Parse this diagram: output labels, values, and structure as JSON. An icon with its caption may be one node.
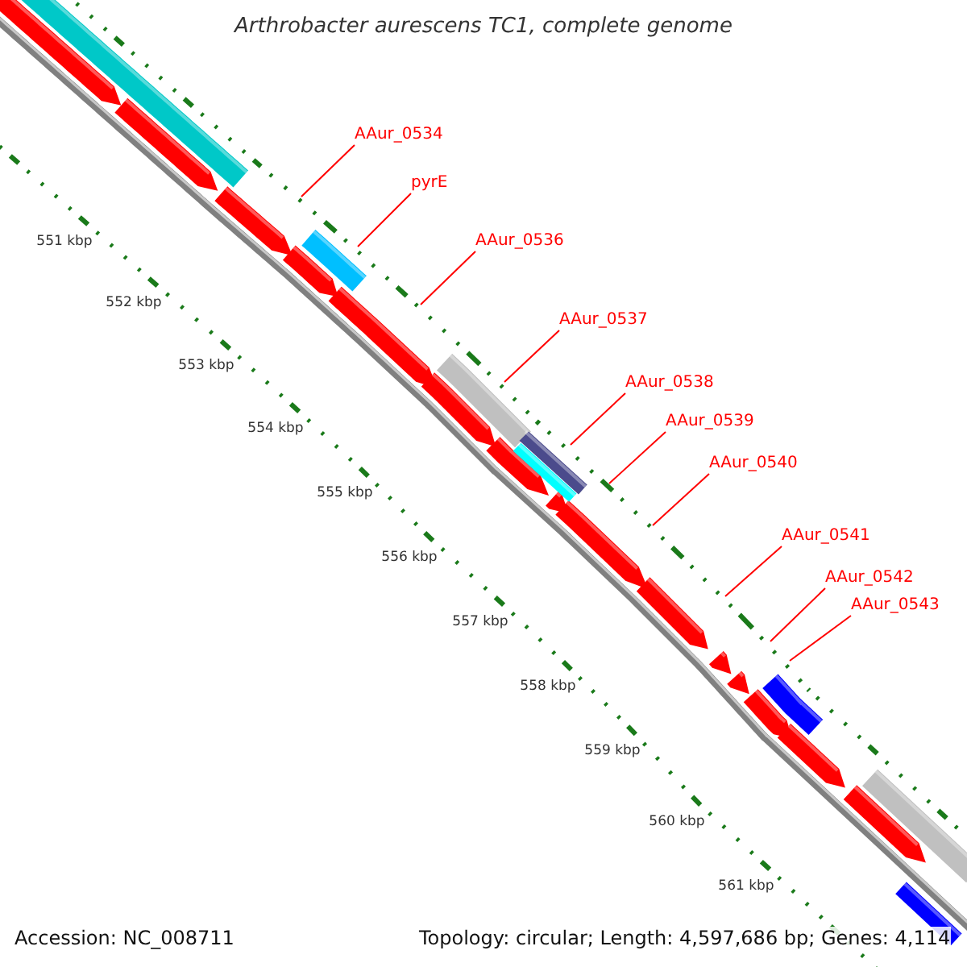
{
  "diagram": {
    "title": "Arthrobacter aurescens TC1, complete genome",
    "nodes": [
      {
        "text": [
          "AAur_0534"
        ]
      },
      {
        "text": [
          "pyrE"
        ]
      },
      {
        "text": [
          "AAur_0536"
        ]
      },
      {
        "text": [
          "AAur_0537"
        ]
      },
      {
        "text": [
          "AAur_0538"
        ]
      },
      {
        "text": [
          "AAur_0539"
        ]
      },
      {
        "text": [
          "AAur_0540"
        ]
      },
      {
        "text": [
          "AAur_0541"
        ]
      },
      {
        "text": [
          "AAur_0542"
        ]
      },
      {
        "text": [
          "AAur_0543"
        ]
      }
    ],
    "edges": [
      {
        "from": 0,
        "to": null,
        "arrow": "none"
      },
      {
        "from": 1,
        "to": null,
        "arrow": "none"
      },
      {
        "from": 2,
        "to": null,
        "arrow": "none"
      },
      {
        "from": 3,
        "to": null,
        "arrow": "none"
      },
      {
        "from": 4,
        "to": null,
        "arrow": "none"
      },
      {
        "from": 5,
        "to": null,
        "arrow": "none"
      },
      {
        "from": 6,
        "to": null,
        "arrow": "none"
      },
      {
        "from": 7,
        "to": null,
        "arrow": "none"
      },
      {
        "from": 8,
        "to": null,
        "arrow": "none"
      },
      {
        "from": 9,
        "to": null,
        "arrow": "none"
      }
    ],
    "labels": [
      "551 kbp",
      "552 kbp",
      "553 kbp",
      "554 kbp",
      "555 kbp",
      "556 kbp",
      "557 kbp",
      "558 kbp",
      "559 kbp",
      "560 kbp",
      "561 kbp",
      "Accession: NC_008711",
      "Topology: circular; Length: 4,597,686 bp; Genes: 4,114"
    ]
  }
}
